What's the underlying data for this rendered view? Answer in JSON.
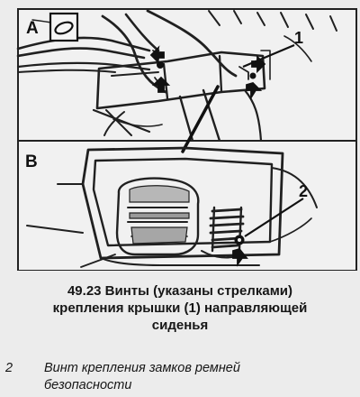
{
  "figure": {
    "panel_a": {
      "letter": "A",
      "callout": "1"
    },
    "panel_b": {
      "letter": "B",
      "callout": "2"
    }
  },
  "caption": {
    "line1": "49.23 Винты (указаны стрелками)",
    "line2": "крепления крышки (1) направляющей",
    "line3": "сиденья"
  },
  "legend": [
    {
      "number": "2",
      "line1": "Винт крепления замков ремней",
      "line2": "безопасности"
    }
  ]
}
